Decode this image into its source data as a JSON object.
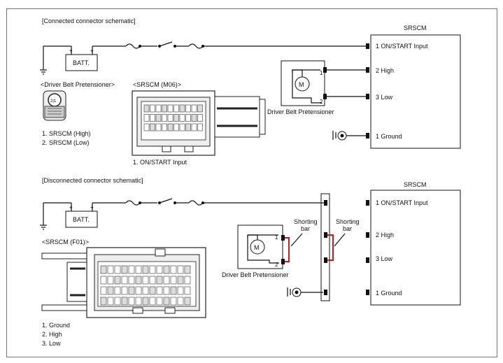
{
  "section_connected": "[Connected connector schematic]",
  "section_disconnected": "[Disconnected connector schematic]",
  "srscm_title": "SRSCM",
  "batt_label": "BATT.",
  "batt_plus": "+",
  "motor_label": "M",
  "pretensioner_label": "Driver Belt Pretensioner",
  "driver_connector_title": "<Driver Belt Pretensioner>",
  "m06_title": "<SRSCM (M06)>",
  "f01_title": "<SRSCM (F01)>",
  "shorting_bar_line1": "Shorting",
  "shorting_bar_line2": "bar",
  "pin_numbers": {
    "one": "1",
    "two": "2",
    "two_one": "2|1"
  },
  "srscm_pins": {
    "on_start": "1 ON/START Input",
    "high": "2 High",
    "low": "3 Low",
    "ground": "1 Ground"
  },
  "driver_pin_list": [
    "1. SRSCM (High)",
    "2. SRSCM (Low)"
  ],
  "m06_pin_list": [
    "1. ON/START Input"
  ],
  "f01_pin_list": [
    "1. Ground",
    "2. High",
    "3. Low"
  ],
  "colors": {
    "shorting_bar": "#d01818",
    "line": "#111111"
  }
}
